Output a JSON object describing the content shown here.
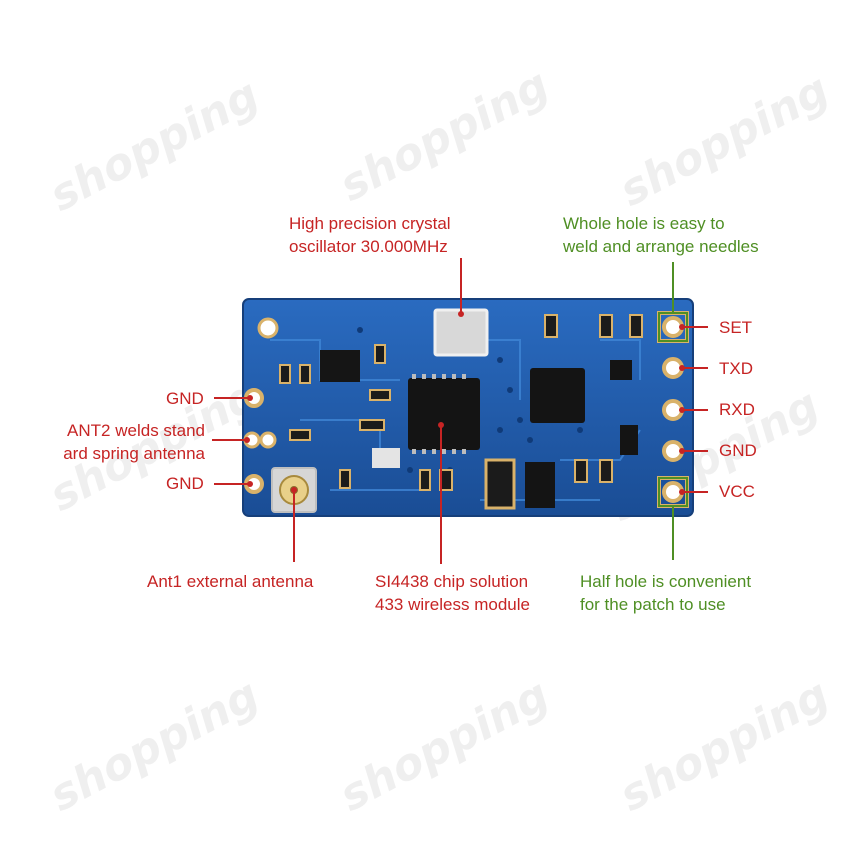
{
  "watermark": {
    "text": "shopping"
  },
  "colors": {
    "red": "#c62424",
    "green": "#4f8f24",
    "pcb": "#1f5aa8",
    "pad": "#d9b26a"
  },
  "callouts": {
    "crystal": {
      "line1": "High precision crystal",
      "line2": "oscillator 30.000MHz"
    },
    "whole_hole": {
      "line1": "Whole hole is easy to",
      "line2": "weld and arrange needles"
    },
    "half_hole": {
      "line1": "Half hole is convenient",
      "line2": "for the patch to use"
    },
    "ant1": {
      "line1": "Ant1 external antenna"
    },
    "chip": {
      "line1": "SI4438 chip solution",
      "line2": "433 wireless module"
    },
    "ant2": {
      "line1": "ANT2 welds stand",
      "line2": "ard spring antenna"
    },
    "gnd_top": "GND",
    "gnd_bottom": "GND"
  },
  "pins": [
    {
      "label": "SET"
    },
    {
      "label": "TXD"
    },
    {
      "label": "RXD"
    },
    {
      "label": "GND"
    },
    {
      "label": "VCC"
    }
  ]
}
